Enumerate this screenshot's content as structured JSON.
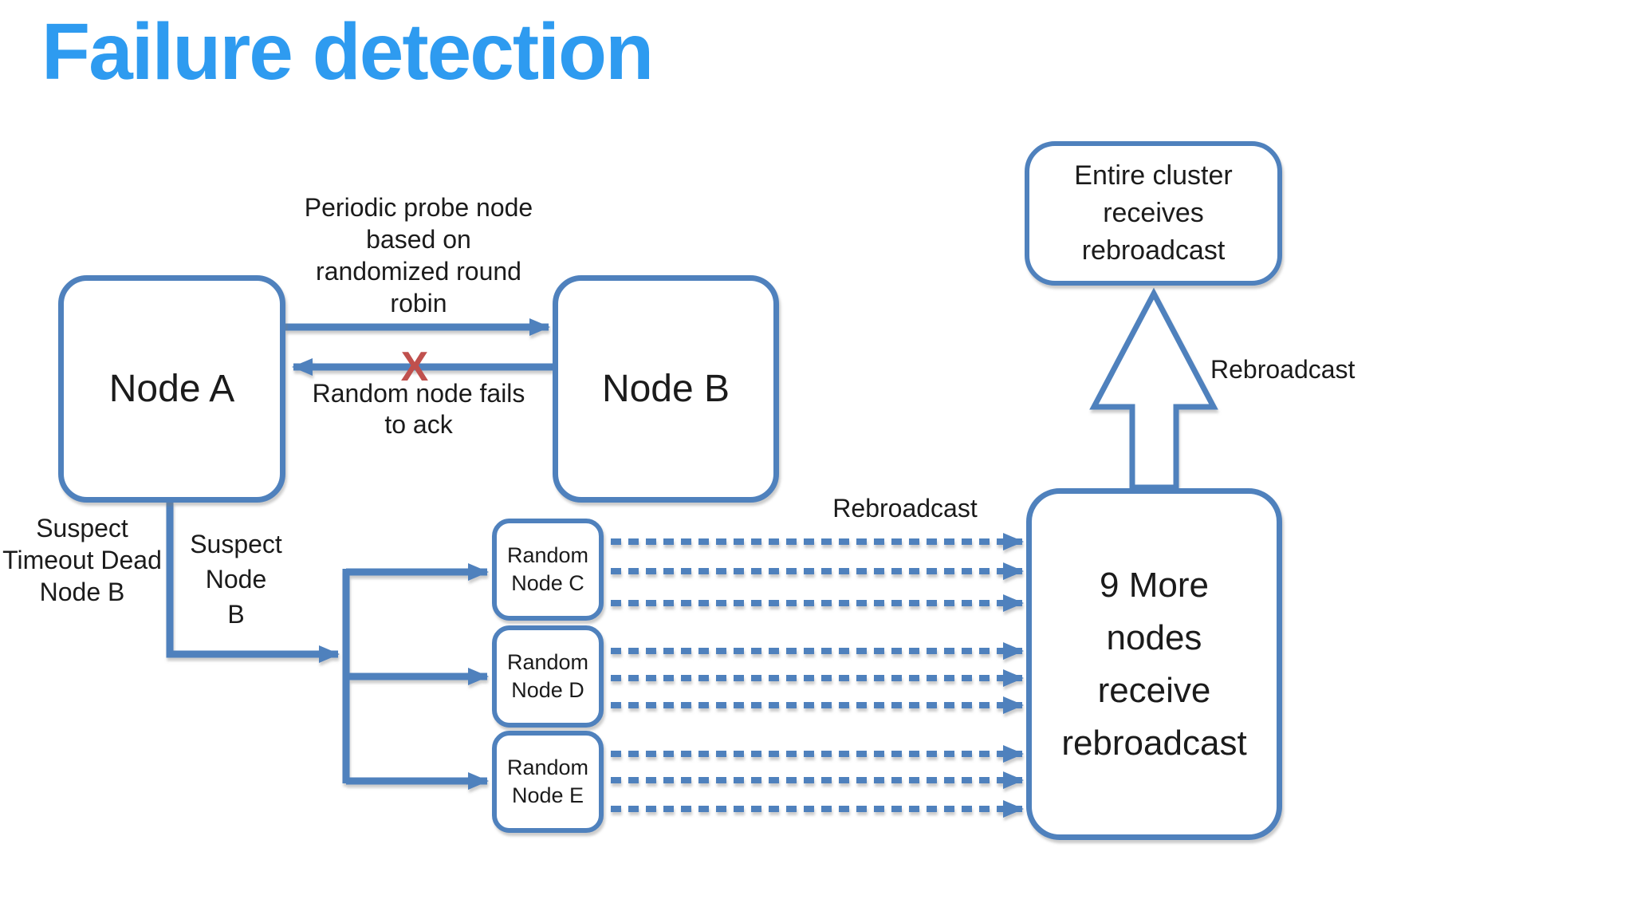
{
  "title": "Failure detection",
  "colors": {
    "accent": "#4F81BD",
    "title": "#2E9BF0",
    "xmark": "#C0504D",
    "text": "#1b1b1b"
  },
  "nodes": {
    "node_a": "Node A",
    "node_b": "Node B",
    "random_c": "Random\nNode C",
    "random_d": "Random\nNode D",
    "random_e": "Random\nNode E",
    "nine_more": "9 More\nnodes\nreceive\nrebroadcast",
    "entire_cluster": "Entire cluster\nreceives\nrebroadcast"
  },
  "labels": {
    "probe": "Periodic probe node\nbased on\nrandomized round\nrobin",
    "fails": "Random node fails\nto ack",
    "suspect_timeout": "Suspect\nTimeout Dead\nNode B",
    "suspect_node": "Suspect Node\nB",
    "rebroadcast_dashed": "Rebroadcast",
    "rebroadcast_up": "Rebroadcast",
    "failure_mark": "X"
  }
}
